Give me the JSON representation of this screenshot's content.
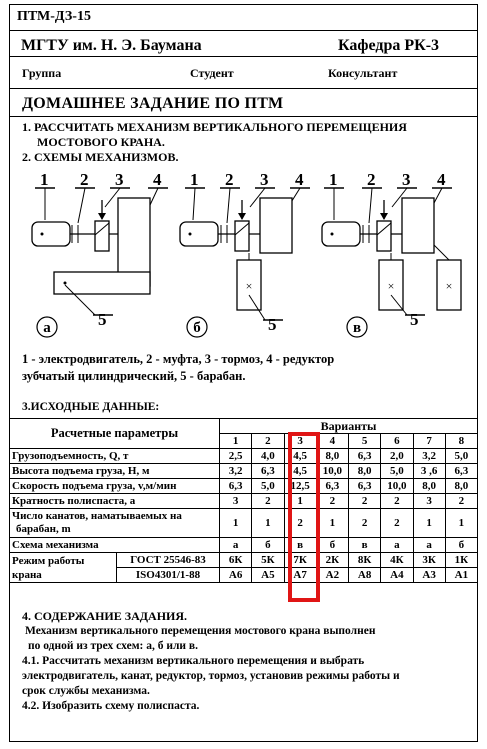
{
  "header": {
    "code": "ПТМ-ДЗ-15",
    "institution": "МГТУ им. Н. Э. Баумана",
    "department": "Кафедра РК-3",
    "group_label": "Группа",
    "student_label": "Студент",
    "consultant_label": "Консультант"
  },
  "title": "ДОМАШНЕЕ ЗАДАНИЕ ПО ПТМ",
  "items": {
    "item1_line1": "1. РАССЧИТАТЬ МЕХАНИЗМ ВЕРТИКАЛЬНОГО ПЕРЕМЕЩЕНИЯ",
    "item1_line2": "МОСТОВОГО КРАНА.",
    "item2": "2. СХЕМЫ  МЕХАНИЗМОВ."
  },
  "schemes": {
    "callouts": [
      "1",
      "2",
      "3",
      "4",
      "5"
    ],
    "labels": [
      "а",
      "б",
      "в"
    ],
    "x_mark": "×"
  },
  "legend": {
    "line1": "1 - электродвигатель, 2 - муфта, 3 - тормоз, 4 - редуктор",
    "line2": "зубчатый цилиндрический, 5  -  барабан."
  },
  "section3": "3.ИСХОДНЫЕ ДАННЫЕ:",
  "table": {
    "param_header": "Расчетные параметры",
    "variants_header": "Варианты",
    "variants": [
      "1",
      "2",
      "3",
      "4",
      "5",
      "6",
      "7",
      "8"
    ],
    "rows": [
      {
        "name": "Грузоподъемность, Q, т",
        "values": [
          "2,5",
          "4,0",
          "4,5",
          "8,0",
          "6,3",
          "2,0",
          "3,2",
          "5,0"
        ]
      },
      {
        "name": "Высота подъема груза, Н, м",
        "values": [
          "3,2",
          "6,3",
          "4,5",
          "10,0",
          "8,0",
          "5,0",
          "3 ,6",
          "6,3"
        ]
      },
      {
        "name": "Скорость подъема груза, v,м/мин",
        "values": [
          "6,3",
          "5,0",
          "12,5",
          "6,3",
          "6,3",
          "10,0",
          "8,0",
          "8,0"
        ]
      },
      {
        "name": "Кратность полиспаста, а",
        "values": [
          "3",
          "2",
          "1",
          "2",
          "2",
          "2",
          "3",
          "2"
        ]
      },
      {
        "name_line1": "Число канатов, наматываемых на",
        "name_line2": "барабан, m",
        "values": [
          "1",
          "1",
          "2",
          "1",
          "2",
          "2",
          "1",
          "1"
        ]
      },
      {
        "name": "Схема механизма",
        "values": [
          "а",
          "б",
          "в",
          "б",
          "в",
          "а",
          "а",
          "б"
        ]
      }
    ],
    "mode_label_line1": "Режим работы",
    "mode_label_line2": "крана",
    "gost_label": "ГОСТ 25546-83",
    "gost_values": [
      "6К",
      "5К",
      "7К",
      "2К",
      "8К",
      "4К",
      "3К",
      "1К"
    ],
    "iso_label": "ISO4301/1-88",
    "iso_values": [
      "А6",
      "А5",
      "А7",
      "А2",
      "А8",
      "А4",
      "А3",
      "А1"
    ],
    "highlight_color": "#e01515"
  },
  "section4": {
    "heading": "4. СОДЕРЖАНИЕ ЗАДАНИЯ.",
    "p1_line1": "Механизм вертикального перемещения мостового крана   выполнен",
    "p1_line2": "по одной из трех  схем: а, б или в.",
    "p2_line1": "4.1. Рассчитать механизм вертикального перемещения и выбрать",
    "p2_line2": "электродвигатель, канат, редуктор, тормоз, установив режимы работы и",
    "p2_line3": "срок службы механизма.",
    "p3": "4.2. Изобразить схему  полиспаста."
  }
}
